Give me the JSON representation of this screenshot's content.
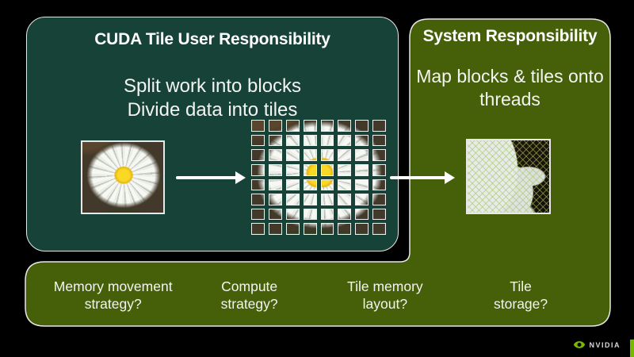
{
  "slide": {
    "left_panel": {
      "title": "CUDA Tile User Responsibility",
      "body_lines": [
        "Split work into blocks",
        "Divide data into tiles"
      ]
    },
    "right_panel": {
      "title": "System Responsibility",
      "body_lines": [
        "Map blocks & tiles onto",
        "threads"
      ]
    },
    "bottom_bar": {
      "items": [
        {
          "line1": "Memory movement",
          "line2": "strategy?",
          "center_pct": 15
        },
        {
          "line1": "Compute",
          "line2": "strategy?",
          "center_pct": 38.3
        },
        {
          "line1": "Tile memory",
          "line2": "layout?",
          "center_pct": 61.5
        },
        {
          "line1": "Tile",
          "line2": "storage?",
          "center_pct": 84.7
        }
      ]
    },
    "figures": {
      "tile_grid": {
        "rows": 8,
        "cols": 8
      }
    },
    "footer": {
      "brand": "NVIDIA"
    },
    "colors": {
      "background": "#000000",
      "dark_panel": "#164237",
      "olive_panel": "#456008",
      "accent_green": "#76b900",
      "border_white": "#e8e8e8",
      "text": "#ffffff"
    }
  }
}
